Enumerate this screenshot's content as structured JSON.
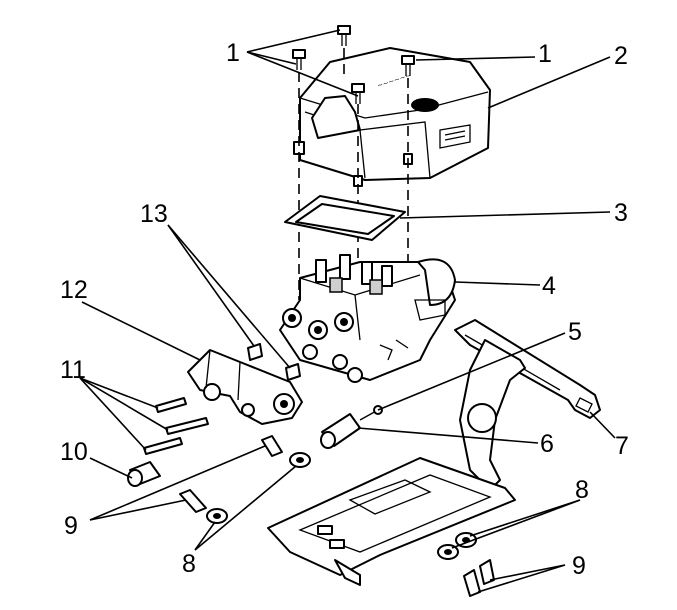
{
  "callouts": [
    {
      "id": "1a",
      "text": "1"
    },
    {
      "id": "1b",
      "text": "1"
    },
    {
      "id": "2",
      "text": "2"
    },
    {
      "id": "3",
      "text": "3"
    },
    {
      "id": "4",
      "text": "4"
    },
    {
      "id": "5",
      "text": "5"
    },
    {
      "id": "6",
      "text": "6"
    },
    {
      "id": "7",
      "text": "7"
    },
    {
      "id": "8a",
      "text": "8"
    },
    {
      "id": "8b",
      "text": "8"
    },
    {
      "id": "9a",
      "text": "9"
    },
    {
      "id": "9b",
      "text": "9"
    },
    {
      "id": "10",
      "text": "10"
    },
    {
      "id": "11",
      "text": "11"
    },
    {
      "id": "12",
      "text": "12"
    },
    {
      "id": "13",
      "text": "13"
    }
  ]
}
